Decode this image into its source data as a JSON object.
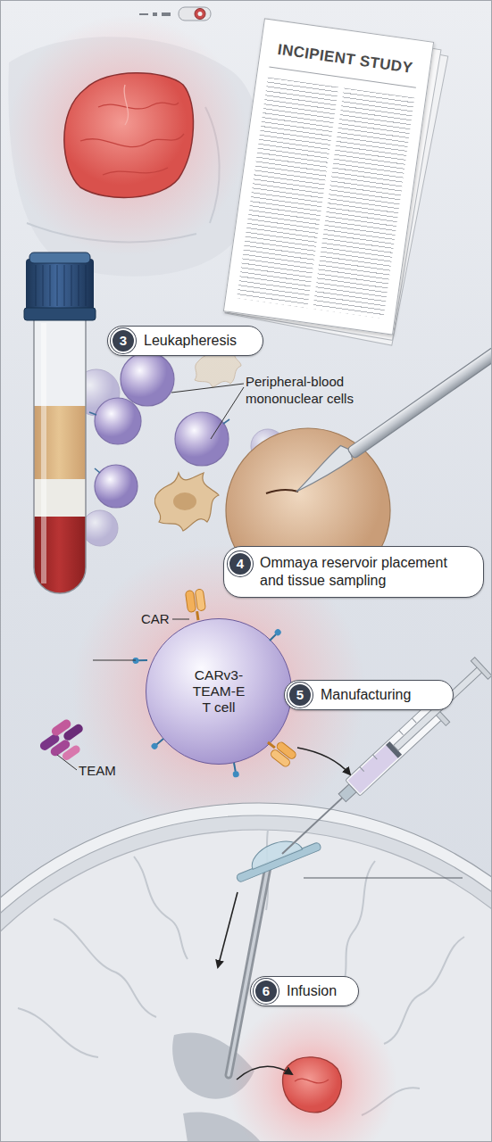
{
  "diagram": {
    "nodes": [
      {
        "text": [
          "INCIPIENT STUDY"
        ]
      },
      {
        "text": [
          "Leukapheresis"
        ]
      },
      {
        "text": [
          "3"
        ],
        "in": 1
      },
      {
        "text": [
          "Ommaya reservoir placement and tissue sampling"
        ]
      },
      {
        "text": [
          "4"
        ],
        "in": 3
      },
      {
        "text": [
          "CARv3-TEAM-E T cell"
        ]
      },
      {
        "text": [
          "Manufacturing"
        ]
      },
      {
        "text": [
          "5"
        ],
        "in": 6
      },
      {
        "text": [
          "Infusion"
        ]
      },
      {
        "text": [
          "6"
        ],
        "in": 8
      }
    ],
    "labels": [
      "Peripheral-blood mononuclear cells",
      "CAR",
      "TEAM"
    ]
  }
}
